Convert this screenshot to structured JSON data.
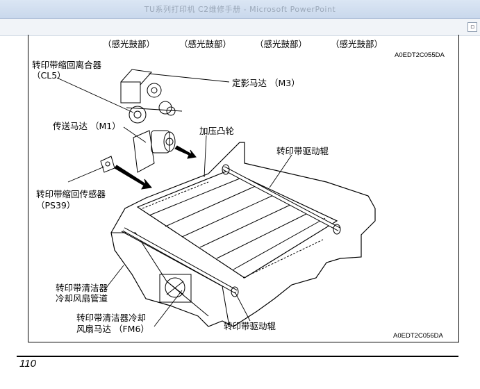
{
  "window": {
    "title": "TU系列打印机 C2维修手册 - Microsoft PowerPoint"
  },
  "top_labels": [
    "（感光鼓部）",
    "（感光鼓部）",
    "（感光鼓部）",
    "（感光鼓部）"
  ],
  "figure_codes": {
    "top": "A0EDT2C055DA",
    "bottom": "A0EDT2C056DA"
  },
  "labels": {
    "retract_clutch_1": "转印带缩回离合器",
    "retract_clutch_2": "（CL5）",
    "fusing_motor": "定影马达 （M3）",
    "transport_motor": "传送马达 （M1）",
    "pressure_cam": "加压凸轮",
    "belt_drive_roller_top": "转印带驱动辊",
    "retract_sensor_1": "转印带缩回传感器",
    "retract_sensor_2": "（PS39）",
    "cleaner_duct_1": "转印带清洁器",
    "cleaner_duct_2": "冷却风扇管道",
    "cleaner_fan_1": "转印带清洁器冷却",
    "cleaner_fan_2": "风扇马达 （FM6）",
    "belt_drive_roller_bottom": "转印带驱动辊"
  },
  "page_number": "110"
}
